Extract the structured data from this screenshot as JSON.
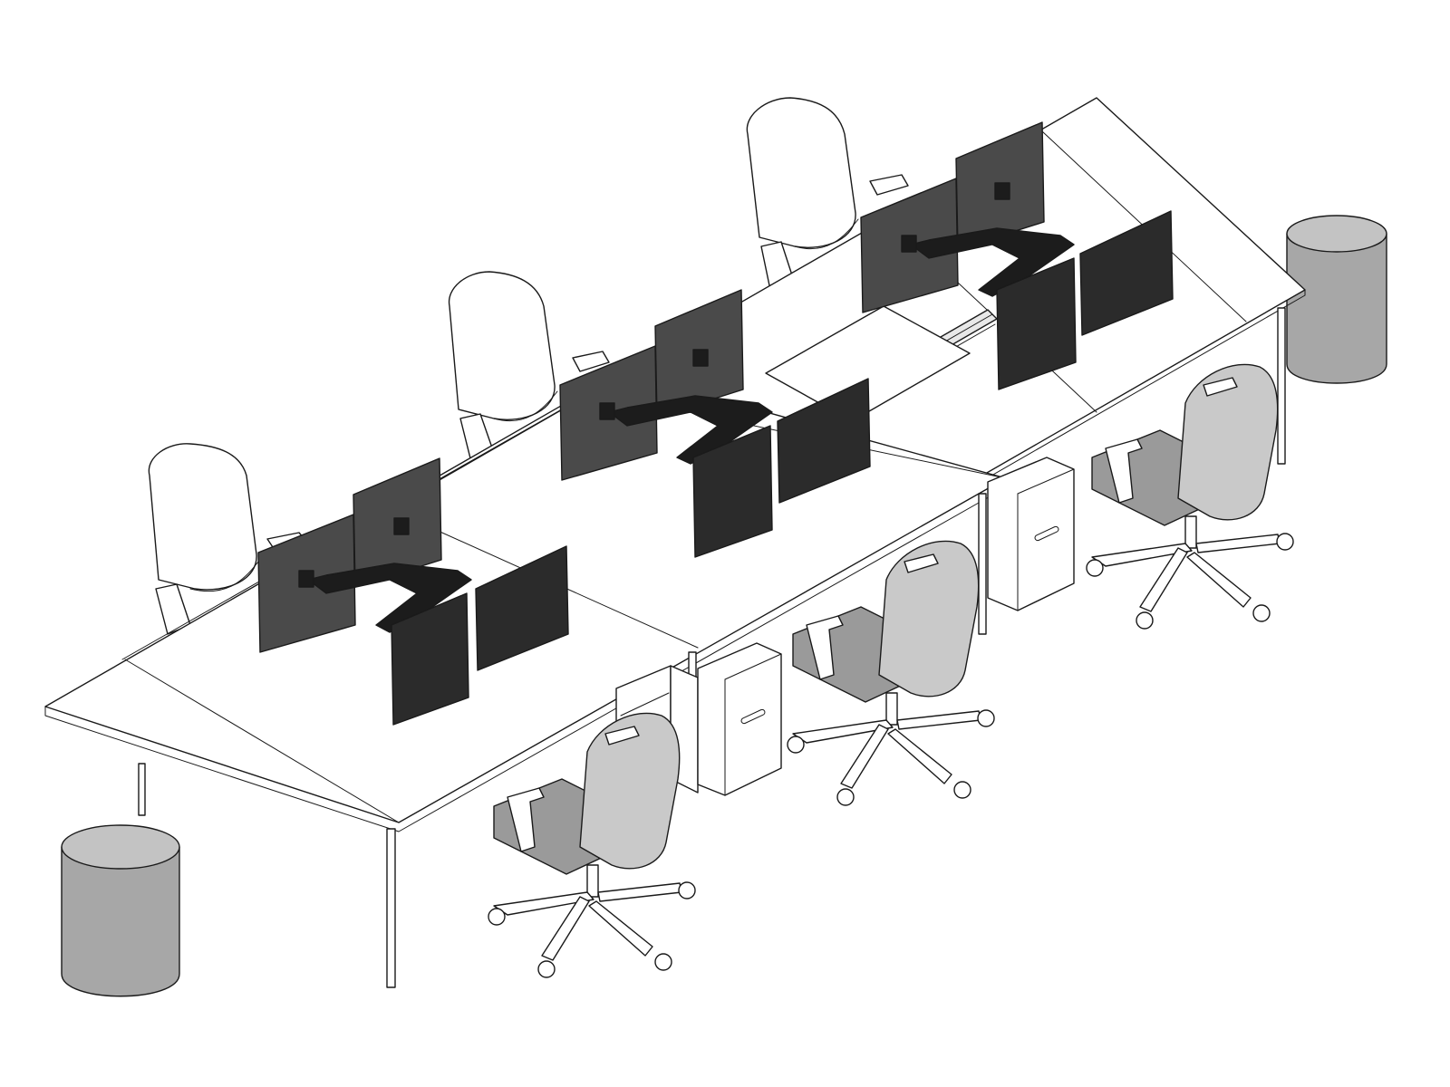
{
  "colors": {
    "background": "#ffffff",
    "line": "#1a1a1a",
    "desk_top": "#ffffff",
    "monitor_front_dark": "#2b2b2b",
    "monitor_back_gray": "#4a4a4a",
    "monitor_arm": "#1c1c1c",
    "chair_mesh_gray": "#c9c9c9",
    "chair_seat_gray": "#9a9a9a",
    "pouf_gray": "#a7a7a7",
    "pouf_top": "#c3c3c3",
    "pedestal": "#ffffff"
  },
  "scene": {
    "workstation_count": 6,
    "dual_monitor_arm_count": 3,
    "front_task_chair_count": 3,
    "back_chair_count": 3,
    "mobile_pedestal_count": 3,
    "pouf_count": 2
  }
}
